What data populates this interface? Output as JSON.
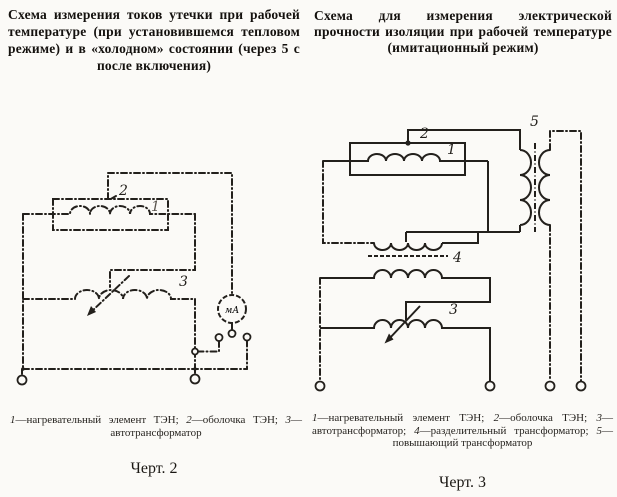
{
  "page": {
    "background": "#fbfaf7",
    "ink": "#23201c"
  },
  "left_figure": {
    "title": "Схема измерения токов утечки при рабочей температуре (при установившемся тепловом режиме) и в «холодном» состоянии (через 5 с после включения)",
    "diagram_labels": {
      "element": "1",
      "sheath": "2",
      "autotransformer": "3",
      "meter": "мА"
    },
    "caption_parts": [
      {
        "text": "1",
        "italic": true
      },
      {
        "text": "—нагревательный элемент ТЭН; ",
        "italic": false
      },
      {
        "text": "2",
        "italic": true
      },
      {
        "text": "—оболочка ТЭН; ",
        "italic": false
      },
      {
        "text": "3",
        "italic": true
      },
      {
        "text": "—автотрансформатор",
        "italic": false
      }
    ],
    "figure_number": "Черт. 2"
  },
  "right_figure": {
    "title": "Схема для измерения электрической прочности изоляции при рабочей температуре (имитационный режим)",
    "diagram_labels": {
      "element": "1",
      "sheath": "2",
      "autotransformer": "3",
      "isolation_transformer": "4",
      "stepup_transformer": "5"
    },
    "caption_parts": [
      {
        "text": "1",
        "italic": true
      },
      {
        "text": "—нагревательный элемент ТЭН; ",
        "italic": false
      },
      {
        "text": "2",
        "italic": true
      },
      {
        "text": "—оболочка ТЭН; ",
        "italic": false
      },
      {
        "text": "3",
        "italic": true
      },
      {
        "text": "—автотрансформатор; ",
        "italic": false
      },
      {
        "text": "4",
        "italic": true
      },
      {
        "text": "—разделительный трансформатор; ",
        "italic": false
      },
      {
        "text": "5",
        "italic": true
      },
      {
        "text": "—повышающий трансформатор",
        "italic": false
      }
    ],
    "figure_number": "Черт. 3"
  }
}
